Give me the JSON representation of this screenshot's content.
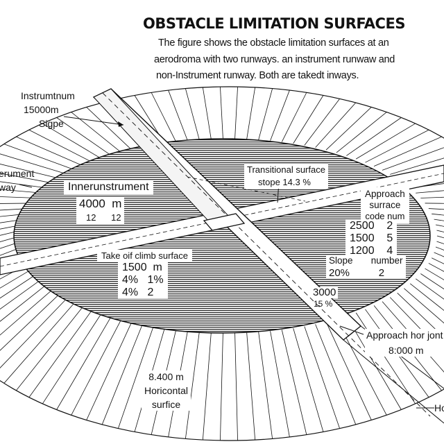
{
  "title": "OBSTACLE LIMITATION SURFACES",
  "description": [
    "The figure shows the obstacle limitation surfaces at an",
    "aerodroma with two runways. an instrument runwaw and",
    "non-Instrument runway. Both are takedt inways."
  ],
  "labels": {
    "instrument_top": [
      "Instrumtnum",
      "15000m",
      "Sigpe"
    ],
    "left_edge": [
      "erument",
      "way"
    ],
    "inner_title": "Innerunstrument",
    "inner_value": "4000  m",
    "inner_codes": "12      12",
    "transitional_title": "Transitional surface",
    "transitional_slope": "stope 14.3 %",
    "approach_title": [
      "Approach",
      "surrace"
    ],
    "approach_header": "code num",
    "approach_rows": [
      "2500    2",
      "1500    5",
      "1200    4"
    ],
    "approach_slope_header": "Slope       number",
    "approach_slope_row": "20%          2",
    "takeoff_title": "Take oif climb surface",
    "takeoff_rows": [
      "1500  m",
      "4%   1%",
      "4%   2"
    ],
    "mid_value": "3000",
    "mid_slope": "15 %",
    "approach_hor": [
      "Approach hor jont",
      "8:000 m"
    ],
    "horizontal": [
      "8.400 m",
      "Horicontal",
      "surfice"
    ],
    "corner": "Ho"
  },
  "colors": {
    "ink": "#111111",
    "hatch": "#2a2a2a",
    "surface": "#ffffff"
  }
}
